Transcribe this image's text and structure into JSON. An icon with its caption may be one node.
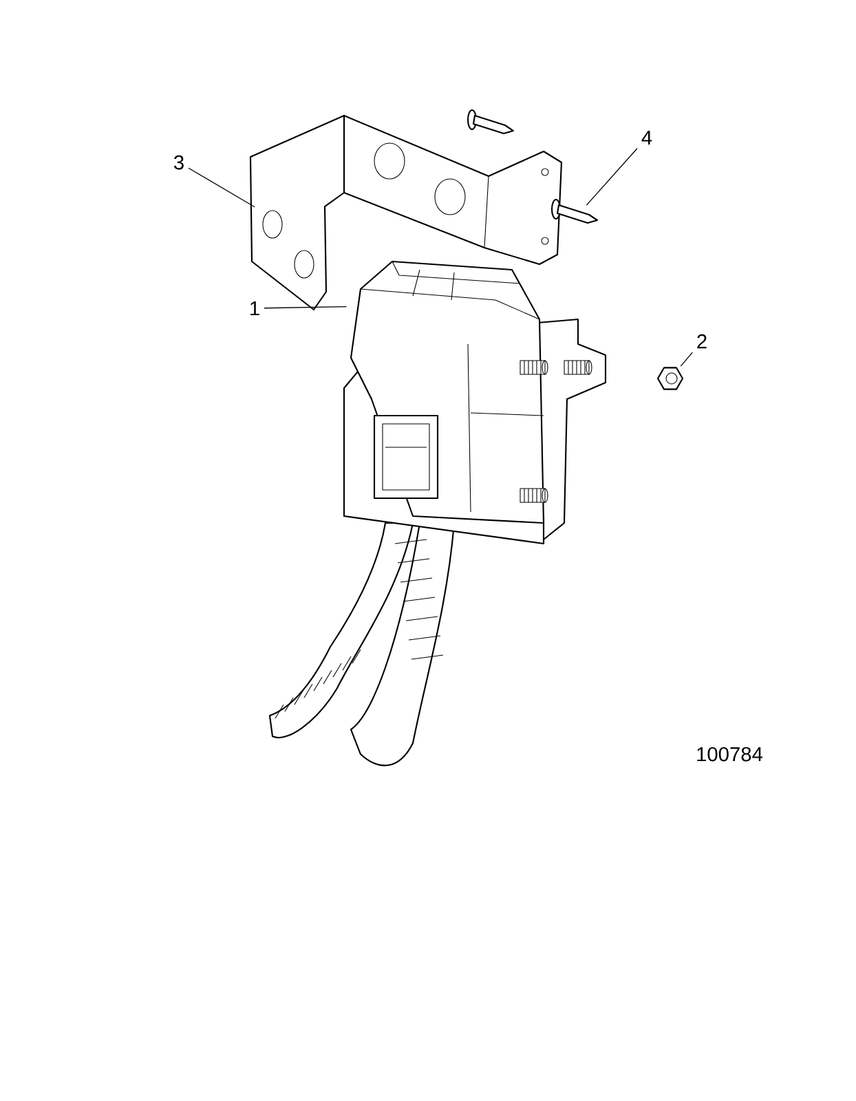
{
  "diagram": {
    "nodes": [
      {
        "text": [
          "1"
        ]
      },
      {
        "text": [],
        "shape": "picture"
      },
      {
        "text": [
          "2"
        ]
      },
      {
        "text": [],
        "shape": "picture"
      },
      {
        "text": [
          "3"
        ]
      },
      {
        "text": [],
        "shape": "picture"
      },
      {
        "text": [
          "4"
        ]
      },
      {
        "text": [],
        "shape": "picture"
      }
    ],
    "edges": [
      {
        "from": 0,
        "to": 1,
        "arrow": "none"
      },
      {
        "from": 2,
        "to": 3,
        "arrow": "none"
      },
      {
        "from": 4,
        "to": 5,
        "arrow": "none"
      },
      {
        "from": 6,
        "to": 7,
        "arrow": "none"
      }
    ],
    "labels": [
      "100784"
    ]
  }
}
